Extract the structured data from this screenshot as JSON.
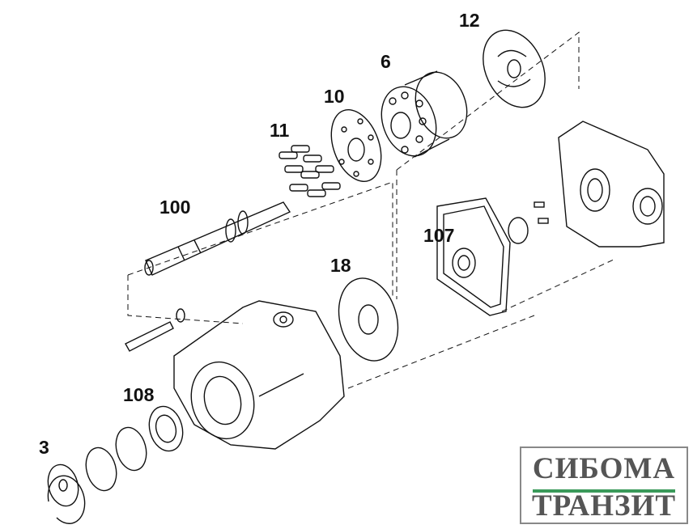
{
  "labels": {
    "p12": "12",
    "p6": "6",
    "p10": "10",
    "p11": "11",
    "p100": "100",
    "p107": "107",
    "p18": "18",
    "p108": "108",
    "p3": "3"
  },
  "logo": {
    "line1": "СИБОМА",
    "line2": "ТРАНЗИТ",
    "accent_color": "#3a9a5a"
  }
}
